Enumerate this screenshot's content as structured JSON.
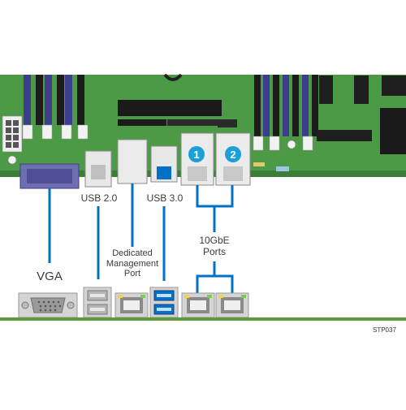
{
  "labels": {
    "usb2": "USB 2.0",
    "usb3": "USB 3.0",
    "mgmt_line1": "Dedicated",
    "mgmt_line2": "Management",
    "mgmt_line3": "Port",
    "tengbe_line1": "10GbE",
    "tengbe_line2": "Ports",
    "vga": "VGA",
    "badge1": "1",
    "badge2": "2",
    "ref": "STP037"
  },
  "colors": {
    "board_green": "#4c9a45",
    "board_dark_green": "#3b7d37",
    "connector_blue": "#0071c5",
    "dimm_purple": "#3c3d8e",
    "panel_gray": "#d4d4d4",
    "vga_gray": "#9a9a9a",
    "baseline_green": "#5e9b3c"
  }
}
